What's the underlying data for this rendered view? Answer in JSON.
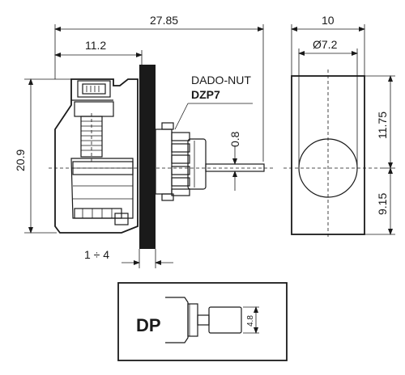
{
  "dimensions": {
    "overall_length": "27.85",
    "body_length": "11.2",
    "side_width": "10",
    "hole_diameter": "Ø7.2",
    "total_height": "20.9",
    "upper_height": "11.75",
    "lower_height": "9.15",
    "shaft_dim": "0.8",
    "panel_range": "1 ÷ 4",
    "dp_dim": "4.8"
  },
  "labels": {
    "nut_name": "DADO-NUT",
    "nut_code": "DZP7",
    "dp_label": "DP"
  },
  "colors": {
    "line": "#1a1a1a",
    "panel": "#1a1a1a",
    "background": "#ffffff"
  }
}
